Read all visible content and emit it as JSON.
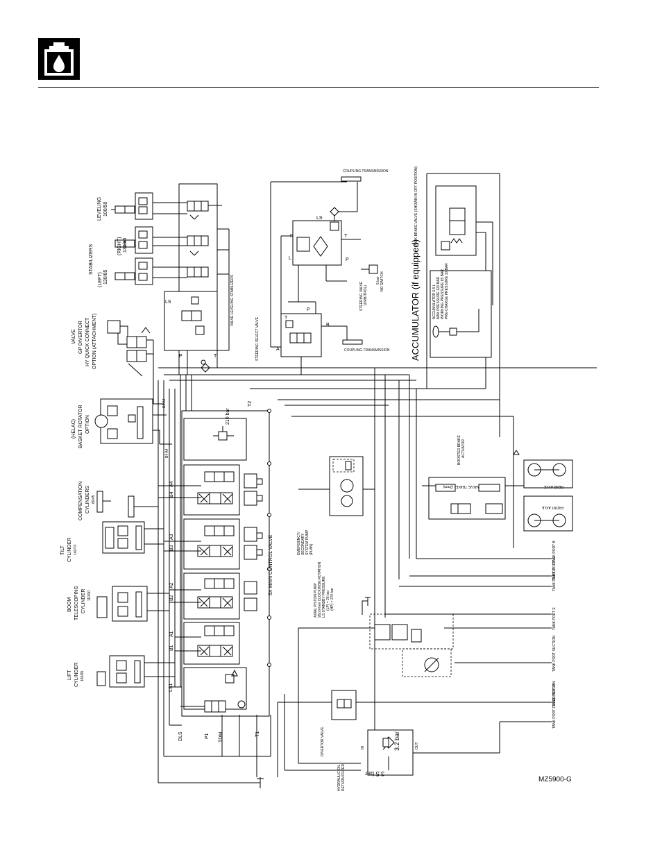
{
  "header": {
    "icon": "hydraulic-oil-drop-icon"
  },
  "drawing_id": "MZ5900-G",
  "labels": {
    "leveling": "LEVELING",
    "leveling_size": "100/50",
    "stabilizers": "STABILIZERS",
    "stab_left": "(LEFT)",
    "stab_left_size": "130/85",
    "stab_right": "(RIGHT)",
    "stab_right_size": "130/85",
    "valve_lev_stab": "VALVE LEVELING STABILIZERS",
    "gp_valve_1": "VALVE",
    "gp_valve_2": "GP DIVERTOR",
    "gp_valve_3": "HY QUICK CONNECT",
    "gp_valve_4": "OPTION (ATTACHMENT)",
    "basket_1": "(HELAC)",
    "basket_2": "BASKET ROTATOR",
    "basket_3": "OPTION",
    "comp_1": "COMPENSATION",
    "comp_2": "CYLINDERS",
    "comp_size": "80/45",
    "tilt_1": "TILT",
    "tilt_2": "CYLINDER",
    "tilt_size": "140/70",
    "boom_1": "BOOM",
    "boom_2": "TELESCOPING",
    "boom_3": "CYLINDER",
    "boom_size": "110/90",
    "lift_1": "LIFT",
    "lift_2": "CYLINDER",
    "lift_size": "160/95",
    "main_control_valve": "5X MAIN CONTROL VALVE",
    "steering_select_valve": "STEERING SELECT VALVE",
    "steering_valve": "STEERING VALVE",
    "steering_valve_size": "(ORBITROL)",
    "ns_switch_1": "5 bar",
    "ns_switch_2": "NO SWITCH",
    "accumulator": "ACCUMULATOR (if equipped)",
    "acc_spec_1": "ACCUMULATOR 0.5 L",
    "acc_spec_2": "MAX PRESSURE 120 BAR",
    "acc_spec_3": "WORKING PRESSURE 65 BAR",
    "acc_spec_4": "PRE-CHARGE PRESSURE 10 BAR",
    "parking_brake": "PARK BRAKE VALVE (SHOWN IN OFF POSITION)",
    "boosted_brake_1": "BOOSTED BRAKE",
    "boosted_brake_2": "ACTUATOR",
    "valve_travel": "VALVE TRAVEL (2mm)",
    "rear_axle": "REAR AXLE",
    "front_axle": "FRONT AXLE",
    "emergency_1": "EMERGENCY/",
    "emergency_2": "SECONDARY",
    "emergency_3": "SYSTEM PUMP",
    "emergency_4": "(PLAN)",
    "pump_1": "AXIAL PISTON PUMP",
    "pump_2": "95cm³/rev CLOCKWISE ROTATION",
    "pump_3": "LS STANDBY PRESSURE",
    "pump_4": "(LP) = 26 bar",
    "pump_5": "(HP) = 270 bar",
    "tank_port_a": "TANK PORT A",
    "tank_port_b": "TANK PORT B",
    "tank_port_c": "TANK PORT C",
    "tank_port_d": "TANK PORT D",
    "tank_port_e": "TANK PORT E",
    "tank_port_suction": "TANK PORT SUCTION",
    "tank_port_filter": "TANK PORT FILTER RETURN",
    "tank_port_f": "TANK PORT F",
    "divertor_valve": "DIVERTOR VALVE",
    "return_filter_1": "HYDRAULIC OIL",
    "return_filter_2": "RETURN FILTER",
    "filter_bypass": "3.5 bar",
    "filter_relief": "3.2 bar",
    "port_in": "IN",
    "port_out": "OUT",
    "ls1": "LS1",
    "ls": "LS",
    "dls": "DLS",
    "p1": "P1",
    "t1": "T1",
    "t2": "T2",
    "tdm": "TDM",
    "a1": "A1",
    "b1": "B1",
    "a2": "A2",
    "b2": "B2",
    "a3": "A3",
    "b3": "B3",
    "a4": "A4",
    "b4": "B4",
    "b4_a4": "B4 A4",
    "p": "P",
    "t": "T",
    "a": "A",
    "b": "B",
    "l": "L",
    "r": "R",
    "port_a_b": "A  B",
    "relief_210": "210 bar",
    "relief_210_b": "210",
    "coupler_top": "COUPLING TRANSMISSION",
    "coupler_bottom": "COUPLING TRANSMISSION"
  }
}
